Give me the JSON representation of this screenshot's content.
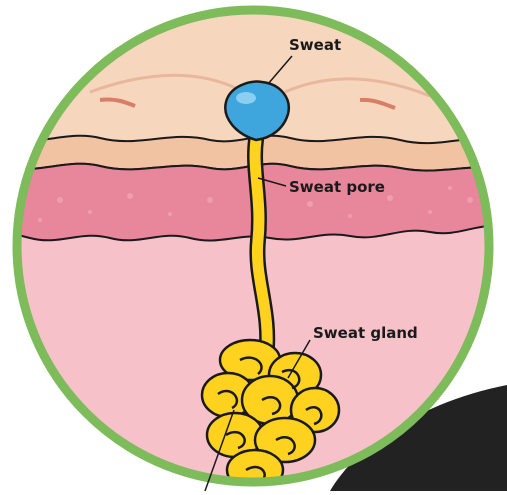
{
  "labels": {
    "sweat": "Sweat",
    "sweat_pore": "Sweat pore",
    "sweat_gland": "Sweat gland"
  },
  "colors": {
    "frame_ring": "#7dbb5b",
    "skin_surface": "#f4d3b8",
    "epidermis_band": "#f2c7a8",
    "dermis_pink": "#e8879b",
    "lower_tissue": "#f7c1c9",
    "sweat_drop": "#3ea6dd",
    "gland_yellow": "#ffd21f",
    "dark_blob": "#222222"
  }
}
